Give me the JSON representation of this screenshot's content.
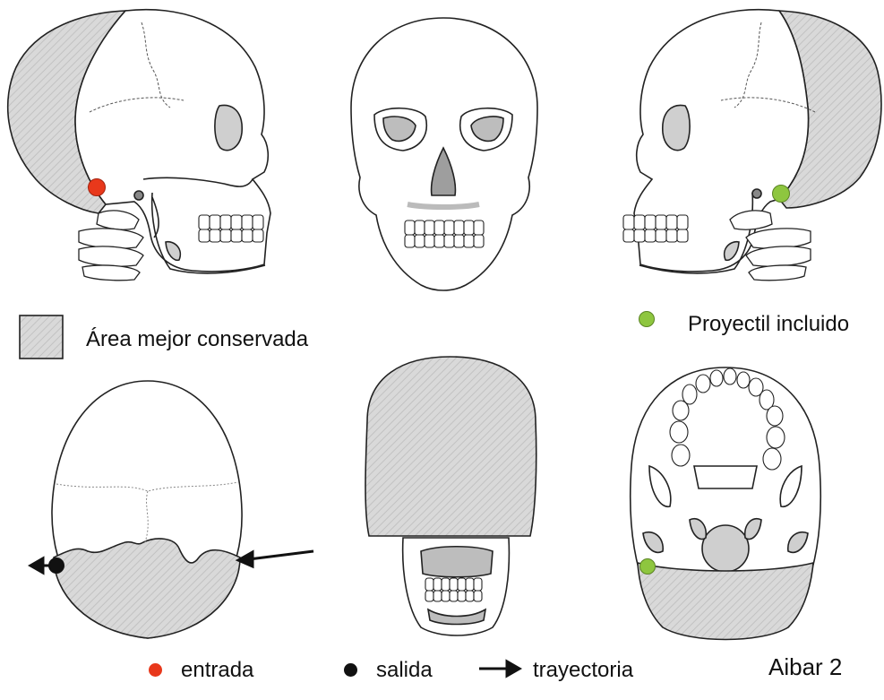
{
  "colors": {
    "preserved_fill": "#d9d9d9",
    "preserved_hatch": "#b5b5b5",
    "bone_stroke": "#222222",
    "entry": "#e8381b",
    "exit": "#111111",
    "projectile": "#8ec63f",
    "soft_gray": "#bdbdbd"
  },
  "legend": {
    "preserved_area": "Área mejor  conservada",
    "projectile": "Proyectil incluido",
    "entry": "entrada",
    "exit": "salida",
    "trajectory": "trayectoria"
  },
  "figure_label": "Aibar 2",
  "views": [
    {
      "name": "left-lateral"
    },
    {
      "name": "frontal"
    },
    {
      "name": "right-lateral"
    },
    {
      "name": "superior"
    },
    {
      "name": "posterior"
    },
    {
      "name": "inferior"
    }
  ]
}
